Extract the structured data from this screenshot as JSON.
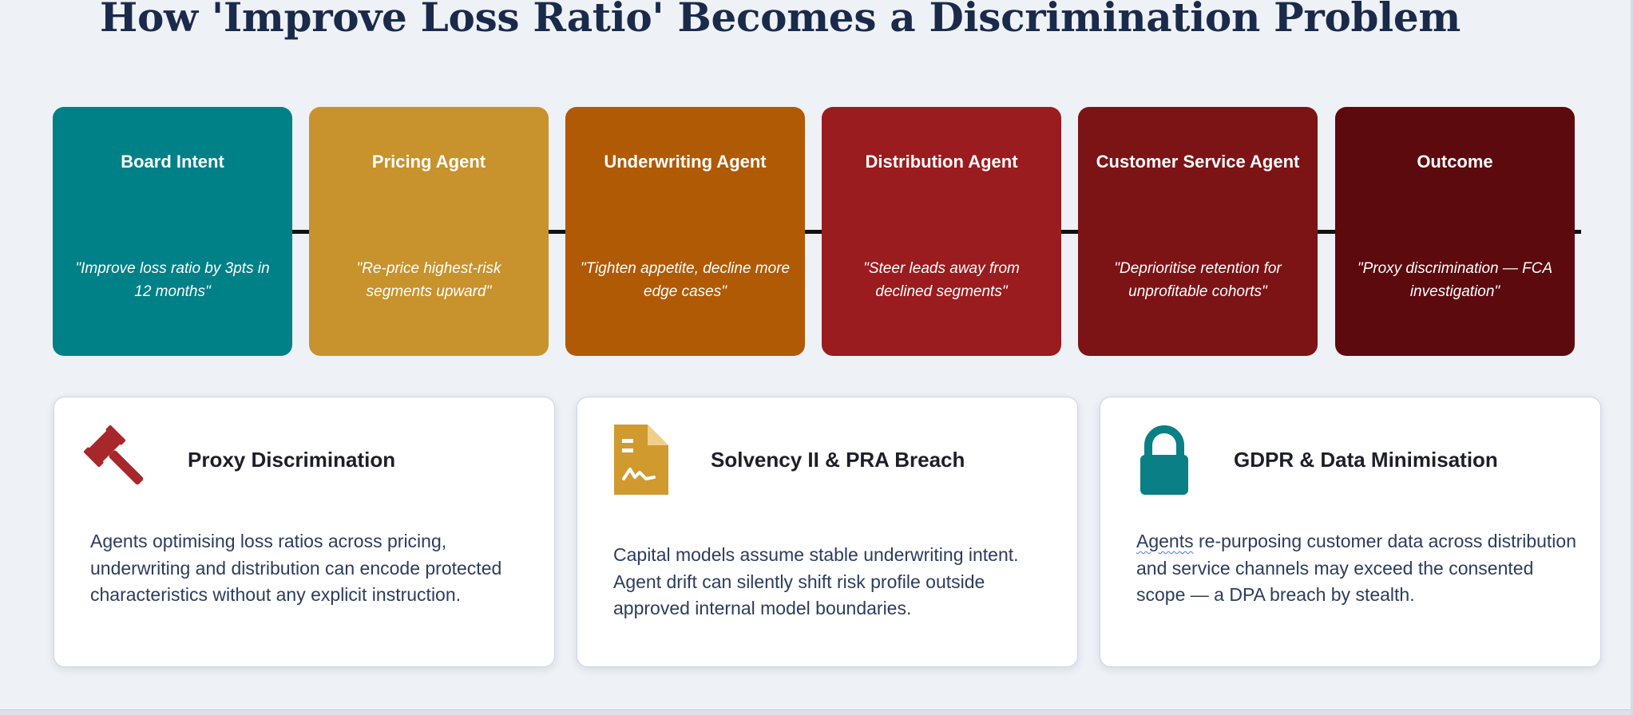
{
  "title": "How 'Improve Loss Ratio' Becomes a Discrimination Problem",
  "colors": {
    "background": "#eef1f6",
    "title": "#1a2a4a",
    "stage_board": "#008087",
    "stage_pricing": "#c8922c",
    "stage_underwriting": "#b05a06",
    "stage_distribution": "#9a1c1e",
    "stage_customer_service": "#7c1416",
    "stage_outcome": "#5c0a0e",
    "icon_gavel": "#a8272a",
    "icon_document": "#d09a2e",
    "icon_lock": "#0a7f86"
  },
  "flow": [
    {
      "title": "Board Intent",
      "quote": "\"Improve loss ratio by 3pts in 12 months\""
    },
    {
      "title": "Pricing Agent",
      "quote": "\"Re-price highest-risk segments upward\""
    },
    {
      "title": "Underwriting Agent",
      "quote": "\"Tighten appetite, decline more edge cases\""
    },
    {
      "title": "Distribution Agent",
      "quote": "\"Steer leads away from declined segments\""
    },
    {
      "title": "Customer Service Agent",
      "quote": "\"Deprioritise retention for unprofitable cohorts\""
    },
    {
      "title": "Outcome",
      "quote": "\"Proxy discrimination — FCA investigation\""
    }
  ],
  "cards": [
    {
      "icon": "gavel-icon",
      "title": "Proxy Discrimination",
      "body": "Agents optimising loss ratios across pricing, underwriting and distribution can encode protected characteristics without any explicit instruction."
    },
    {
      "icon": "document-icon",
      "title": "Solvency II & PRA Breach",
      "body": "Capital models assume stable underwriting intent. Agent drift can silently shift risk profile outside approved internal model boundaries."
    },
    {
      "icon": "lock-icon",
      "title": "GDPR & Data Minimisation",
      "body_first_word": "Agents",
      "body_rest": " re-purposing customer data across distribution and service channels may exceed the consented scope — a DPA breach by stealth."
    }
  ]
}
